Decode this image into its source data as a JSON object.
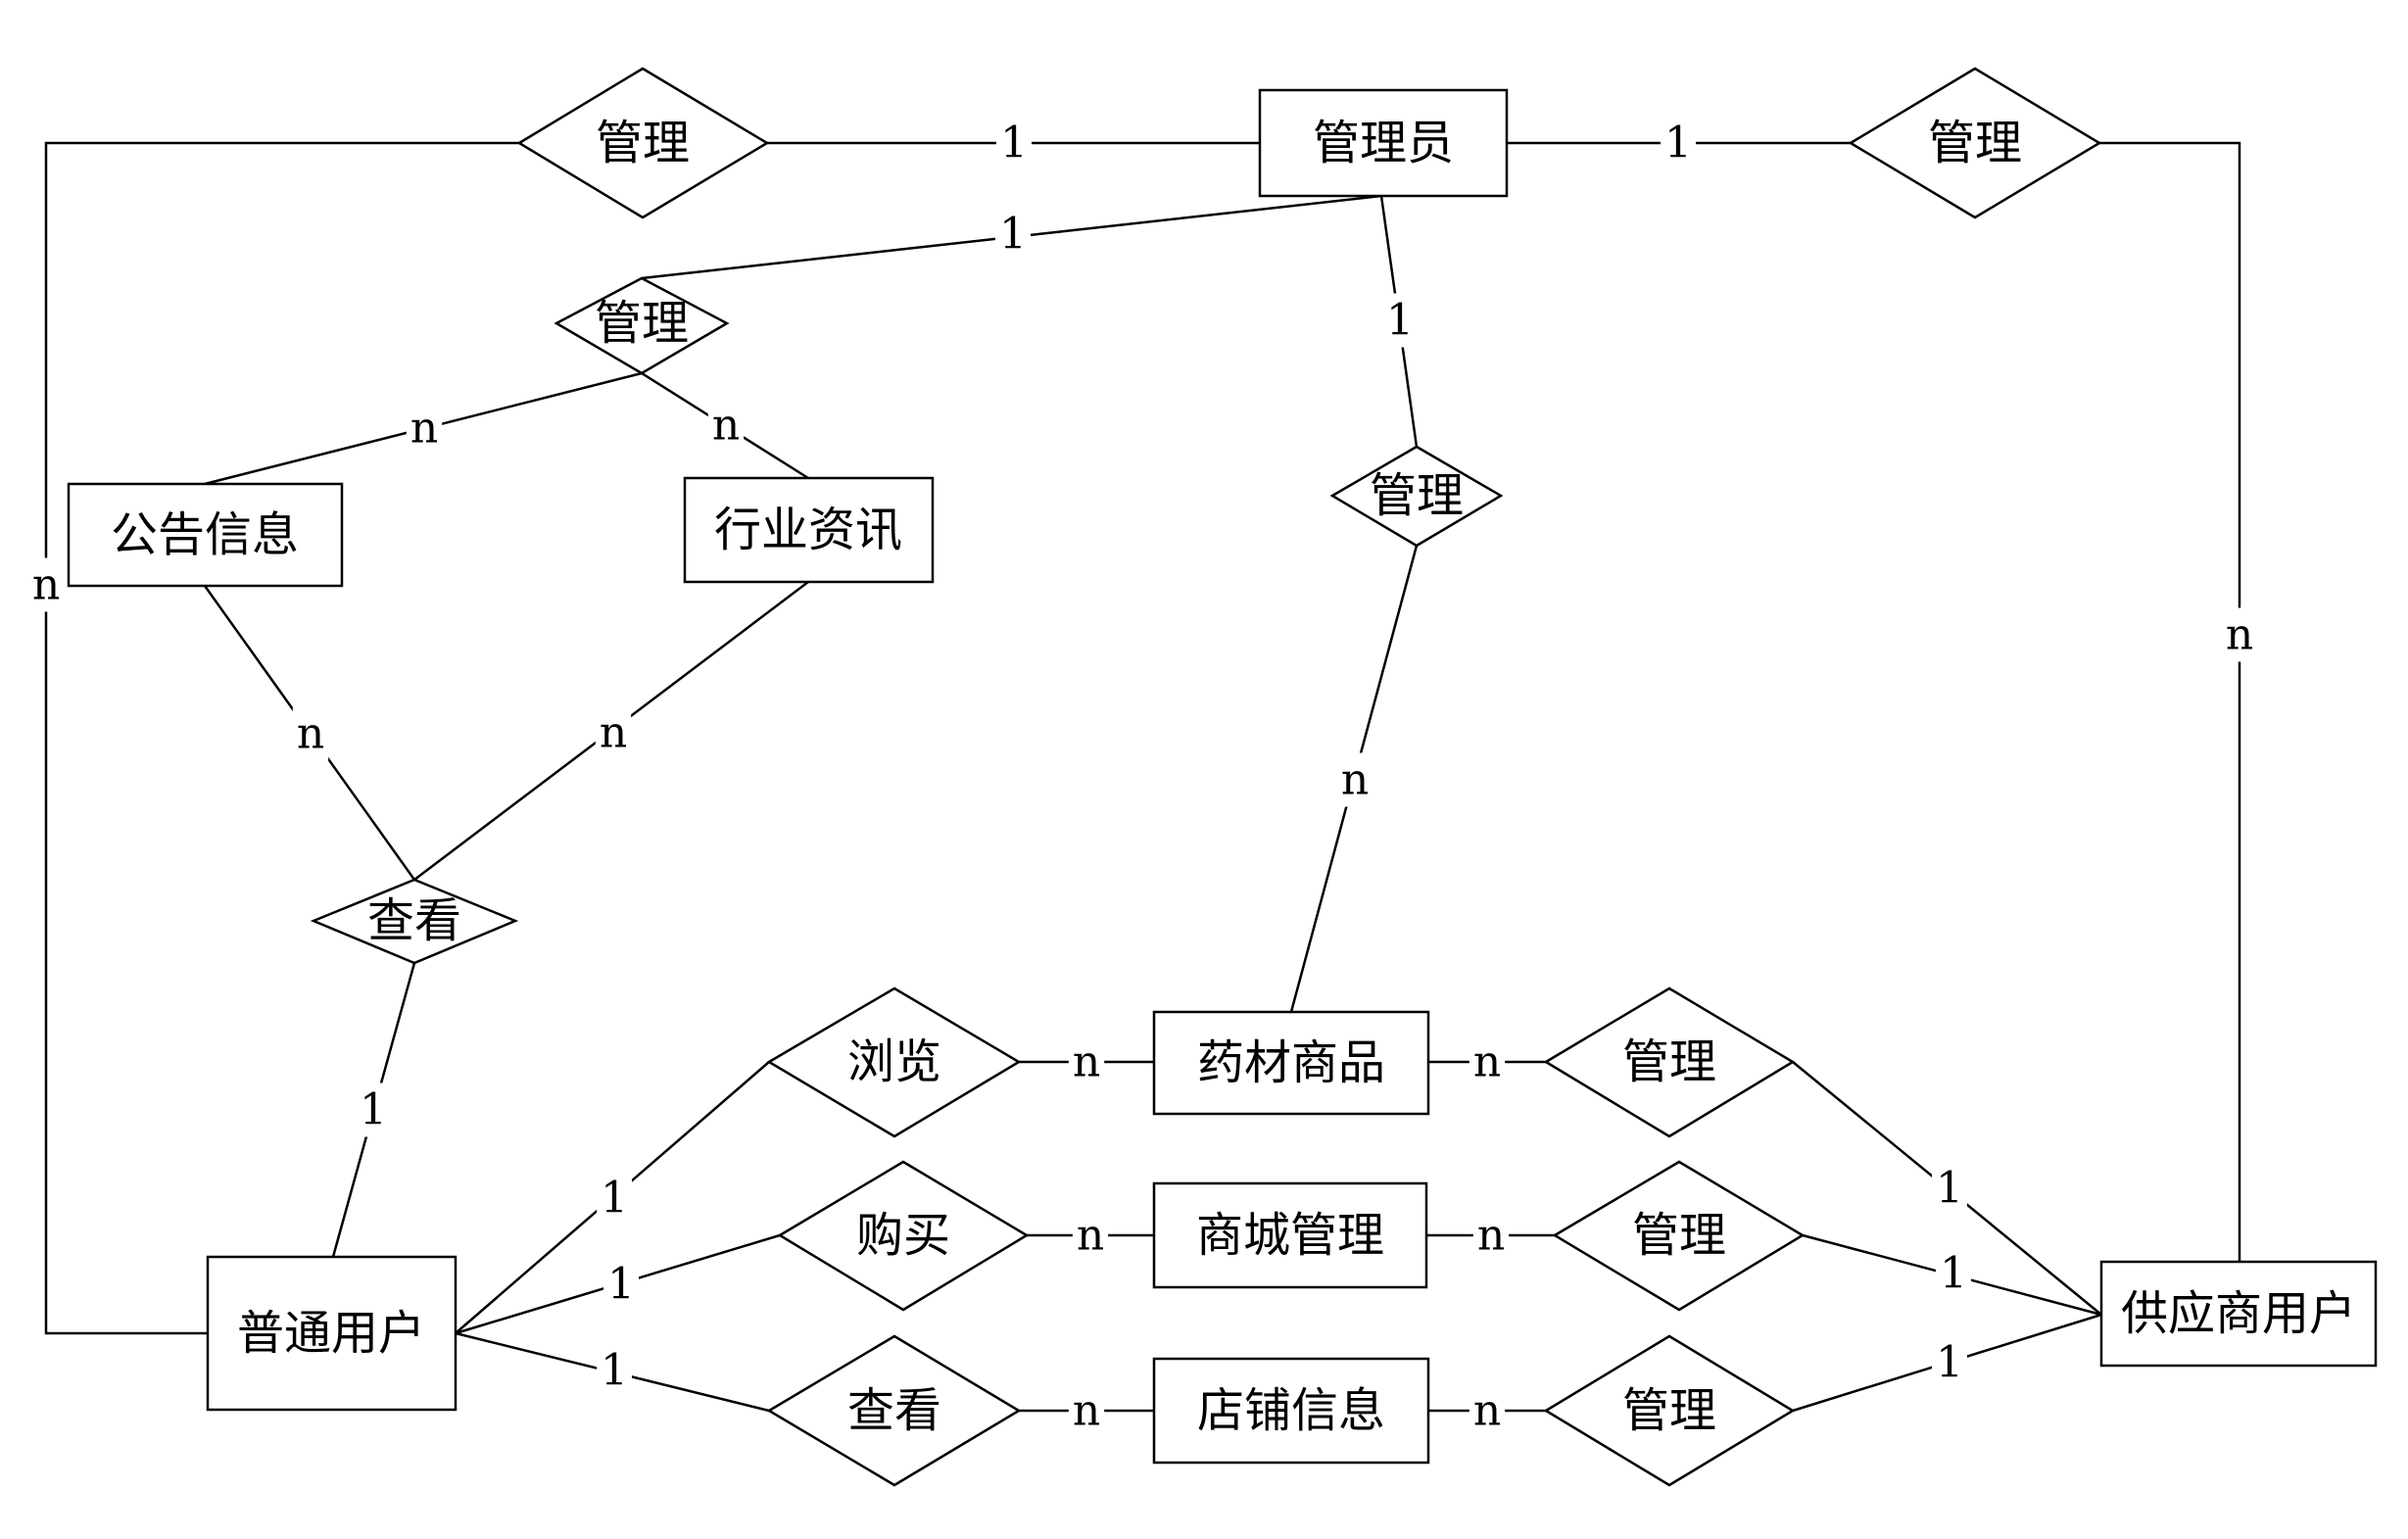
{
  "entities": {
    "admin": "管理员",
    "notice": "公告信息",
    "industry_news": "行业资讯",
    "normal_user": "普通用户",
    "medicine_goods": "药材商品",
    "mall_manage": "商城管理",
    "shop_info": "店铺信息",
    "supplier_user": "供应商用户"
  },
  "relationships": {
    "manage_top_left": "管理",
    "manage_top_right": "管理",
    "manage_info": "管理",
    "manage_goods": "管理",
    "view_info": "查看",
    "browse": "浏览",
    "buy": "购买",
    "view_shop": "查看",
    "supplier_manage_goods": "管理",
    "supplier_manage_mall": "管理",
    "supplier_manage_shop": "管理"
  },
  "cardinalities": {
    "c_admin_left": "1",
    "c_left_user": "n",
    "c_admin_right": "1",
    "c_right_supplier": "n",
    "c_admin_info": "1",
    "c_info_notice": "n",
    "c_info_news": "n",
    "c_admin_goods": "1",
    "c_goods_medicine": "n",
    "c_notice_view": "n",
    "c_news_view": "n",
    "c_view_user": "1",
    "c_user_browse": "1",
    "c_browse_medicine": "n",
    "c_user_buy": "1",
    "c_buy_mall": "n",
    "c_user_viewshop": "1",
    "c_viewshop_shop": "n",
    "c_medicine_smanage": "n",
    "c_smanage_supplier": "1",
    "c_mall_smanage": "n",
    "c_smanage2_supplier": "1",
    "c_shop_smanage": "n",
    "c_smanage3_supplier": "1"
  }
}
